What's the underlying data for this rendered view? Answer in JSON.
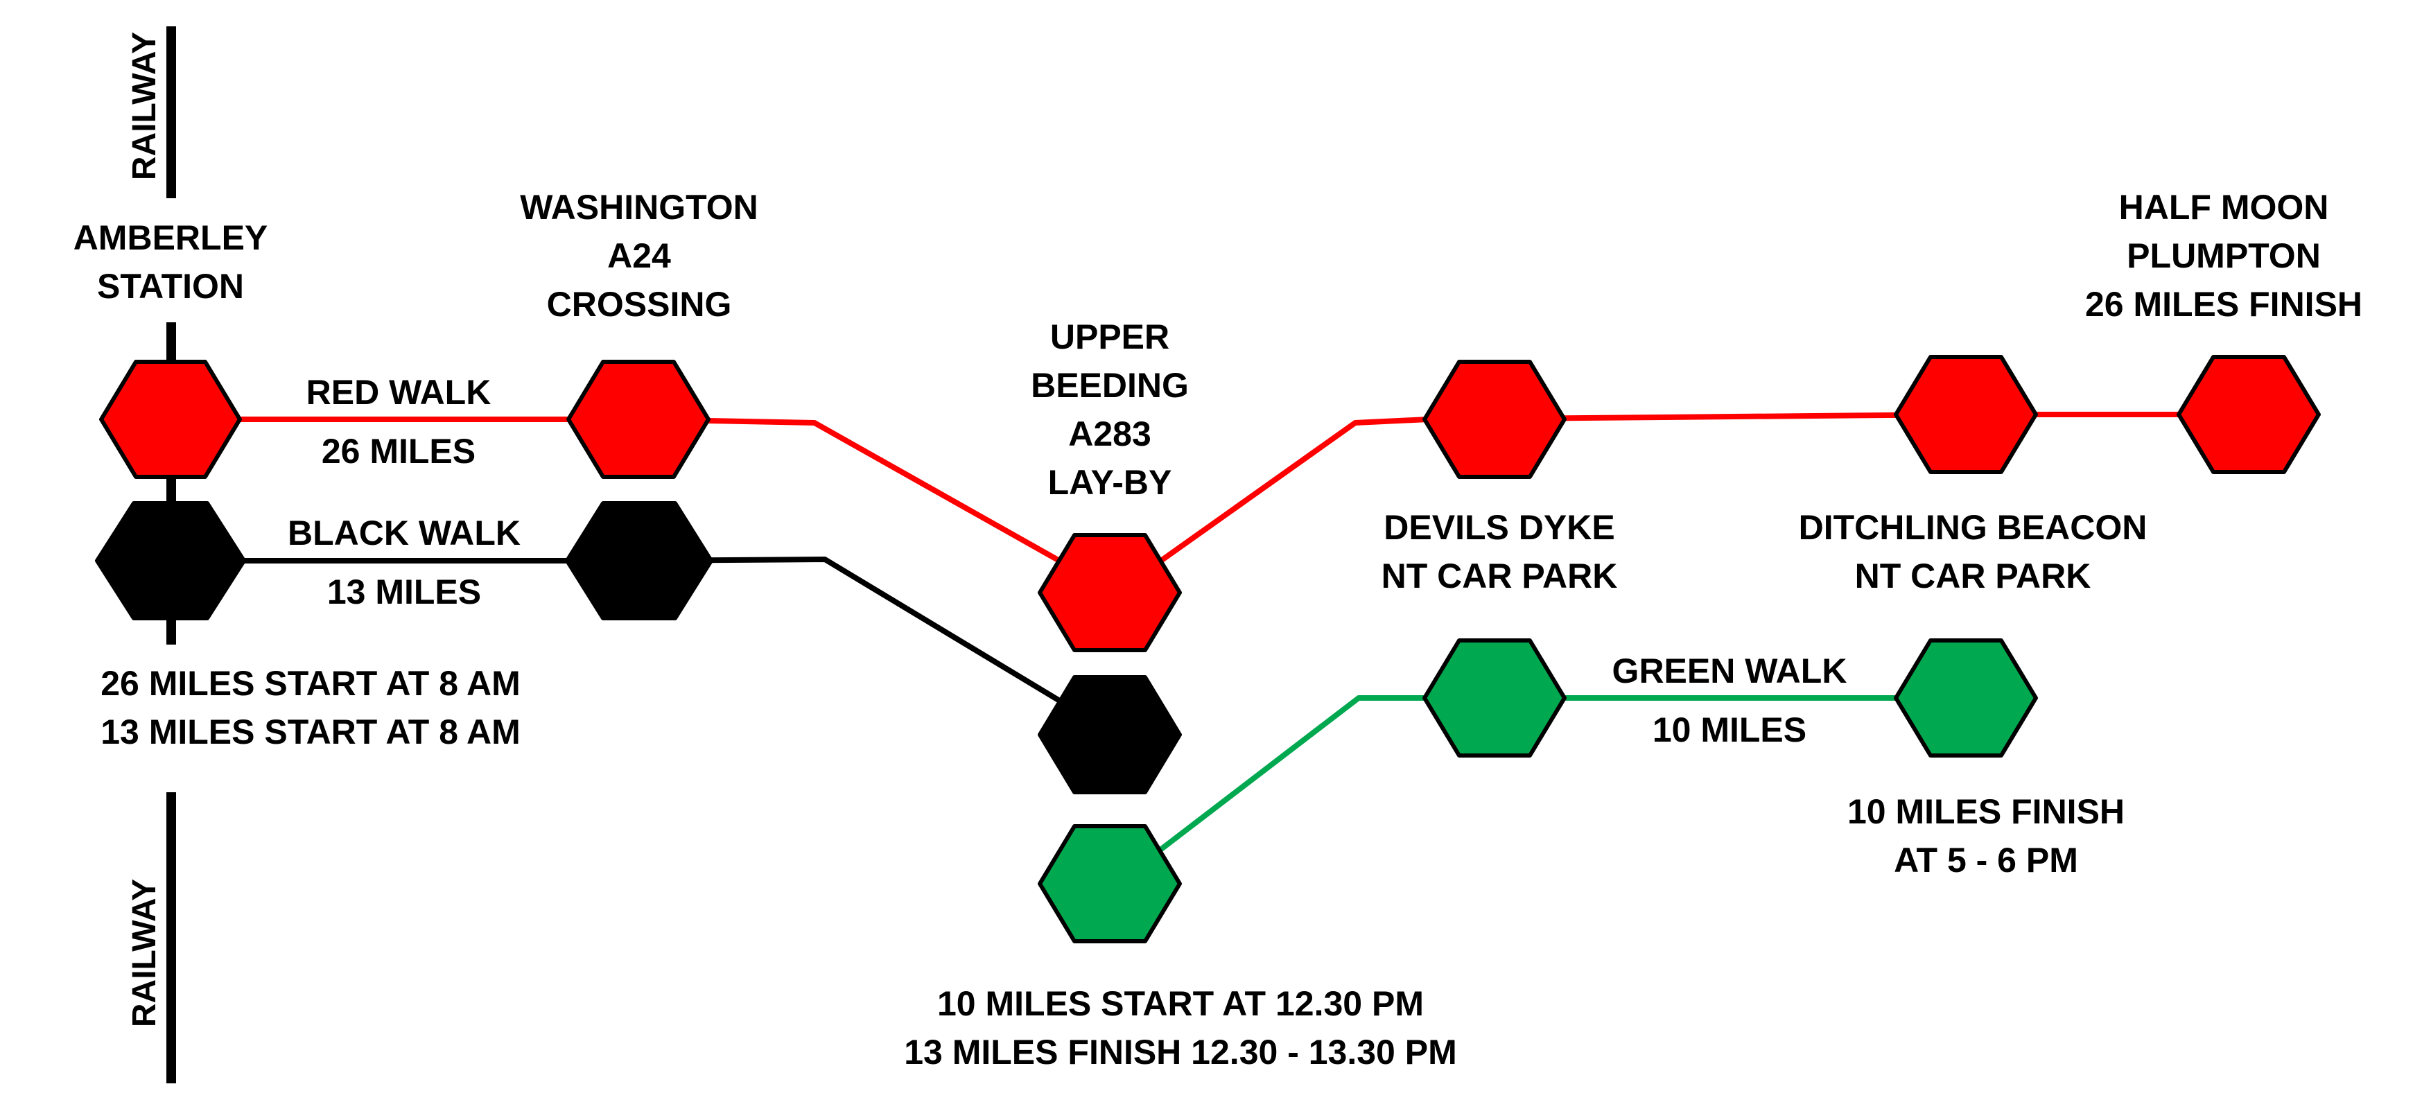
{
  "colors": {
    "red": "#ff0000",
    "black": "#000000",
    "green": "#00a84f",
    "outline": "#000000",
    "background": "#ffffff"
  },
  "railway": {
    "top_label": "RAILWAY",
    "bottom_label": "RAILWAY"
  },
  "locations": {
    "amberley": [
      "AMBERLEY",
      "STATION"
    ],
    "washington": [
      "WASHINGTON",
      "A24",
      "CROSSING"
    ],
    "upper_beeding": [
      "UPPER",
      "BEEDING",
      "A283",
      "LAY-BY"
    ],
    "devils_dyke": [
      "DEVILS DYKE",
      "NT CAR PARK"
    ],
    "ditchling": [
      "DITCHLING BEACON",
      "NT CAR PARK"
    ],
    "half_moon": [
      "HALF MOON",
      "PLUMPTON",
      "26 MILES FINISH"
    ]
  },
  "walks": {
    "red": {
      "name": "RED WALK",
      "distance": "26 MILES"
    },
    "black": {
      "name": "BLACK WALK",
      "distance": "13 MILES"
    },
    "green": {
      "name": "GREEN WALK",
      "distance": "10 MILES"
    }
  },
  "notes": {
    "start_times": [
      "26 MILES START AT 8 AM",
      "13 MILES START AT 8 AM"
    ],
    "mid_times": [
      "10 MILES START AT 12.30 PM",
      "13 MILES FINISH 12.30 - 13.30 PM"
    ],
    "green_finish": [
      "10 MILES FINISH",
      "AT 5 - 6 PM"
    ]
  }
}
